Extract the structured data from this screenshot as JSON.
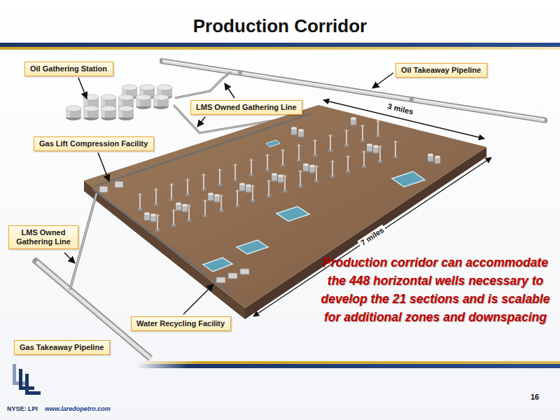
{
  "diagram": {
    "title": "Production Corridor",
    "nodes": [
      {
        "text": [
          "Oil Gathering Station"
        ]
      },
      {
        "text": [
          "Oil Takeaway Pipeline"
        ]
      },
      {
        "text": [
          "LMS Owned Gathering Line"
        ]
      },
      {
        "text": [
          "Gas Lift Compression Facility"
        ]
      },
      {
        "text": [
          "LMS Owned Gathering Line"
        ]
      },
      {
        "text": [
          "Water Recycling Facility"
        ]
      },
      {
        "text": [
          "Gas Takeaway Pipeline"
        ]
      }
    ],
    "labels": [
      "3 miles",
      "7 miles",
      "Production corridor can accommodate the 448 horizontal wells necessary to develop the 21 sections and is scalable for additional zones and downspacing",
      "16",
      "NYSE: LPI",
      "www.laredopetro.com"
    ]
  }
}
